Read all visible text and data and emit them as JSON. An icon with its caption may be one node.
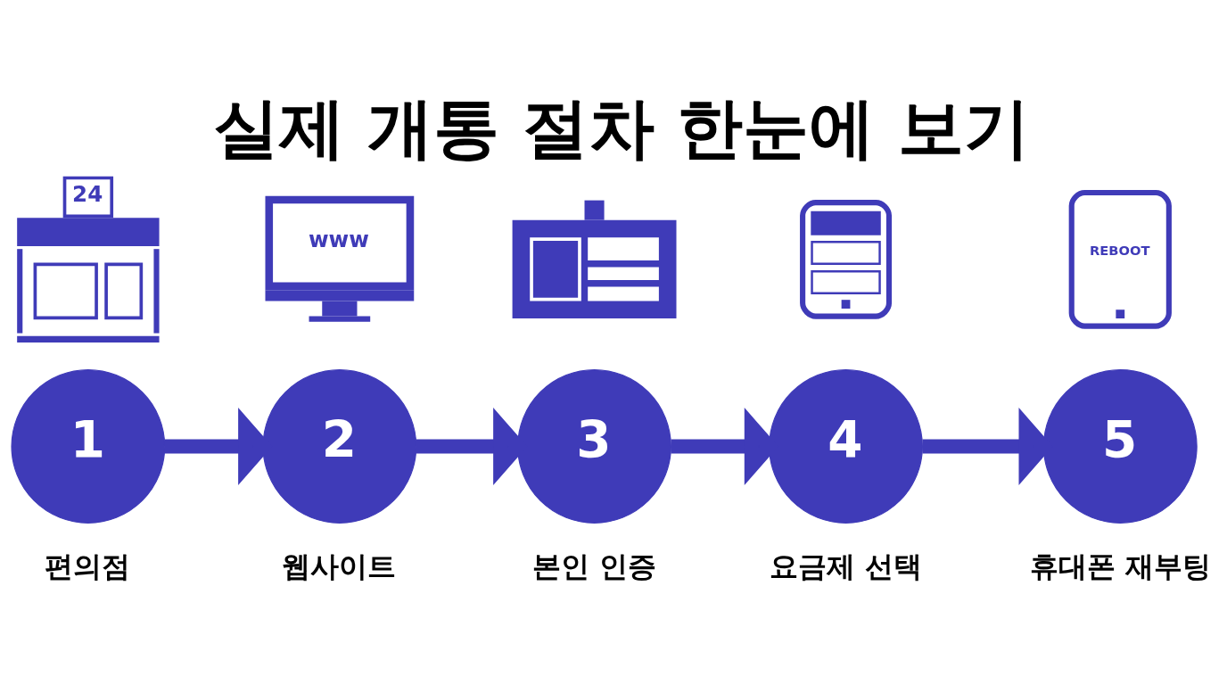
{
  "diagram": {
    "title": "실제 개통 절차 한눈에 보기",
    "nodes": [
      {
        "text": [
          "24"
        ]
      },
      {
        "text": [
          "www"
        ]
      },
      {
        "text": [],
        "shape": "picture"
      },
      {
        "text": [],
        "shape": "picture"
      },
      {
        "text": [
          "REBOOT"
        ]
      },
      {
        "text": [
          "1"
        ],
        "beside": [
          "편의점"
        ]
      },
      {
        "text": [
          "2"
        ],
        "beside": [
          "웹사이트"
        ]
      },
      {
        "text": [
          "3"
        ],
        "beside": [
          "본인 인증"
        ]
      },
      {
        "text": [
          "4"
        ],
        "beside": [
          "요금제 선택"
        ]
      },
      {
        "text": [
          "5"
        ],
        "beside": [
          "휴대폰 재부팅"
        ]
      }
    ],
    "edges": [
      {
        "from": 5,
        "to": 6,
        "arrow": "to"
      },
      {
        "from": 6,
        "to": 7,
        "arrow": "to"
      },
      {
        "from": 7,
        "to": 8,
        "arrow": "to"
      },
      {
        "from": 8,
        "to": 9,
        "arrow": "to"
      }
    ]
  }
}
